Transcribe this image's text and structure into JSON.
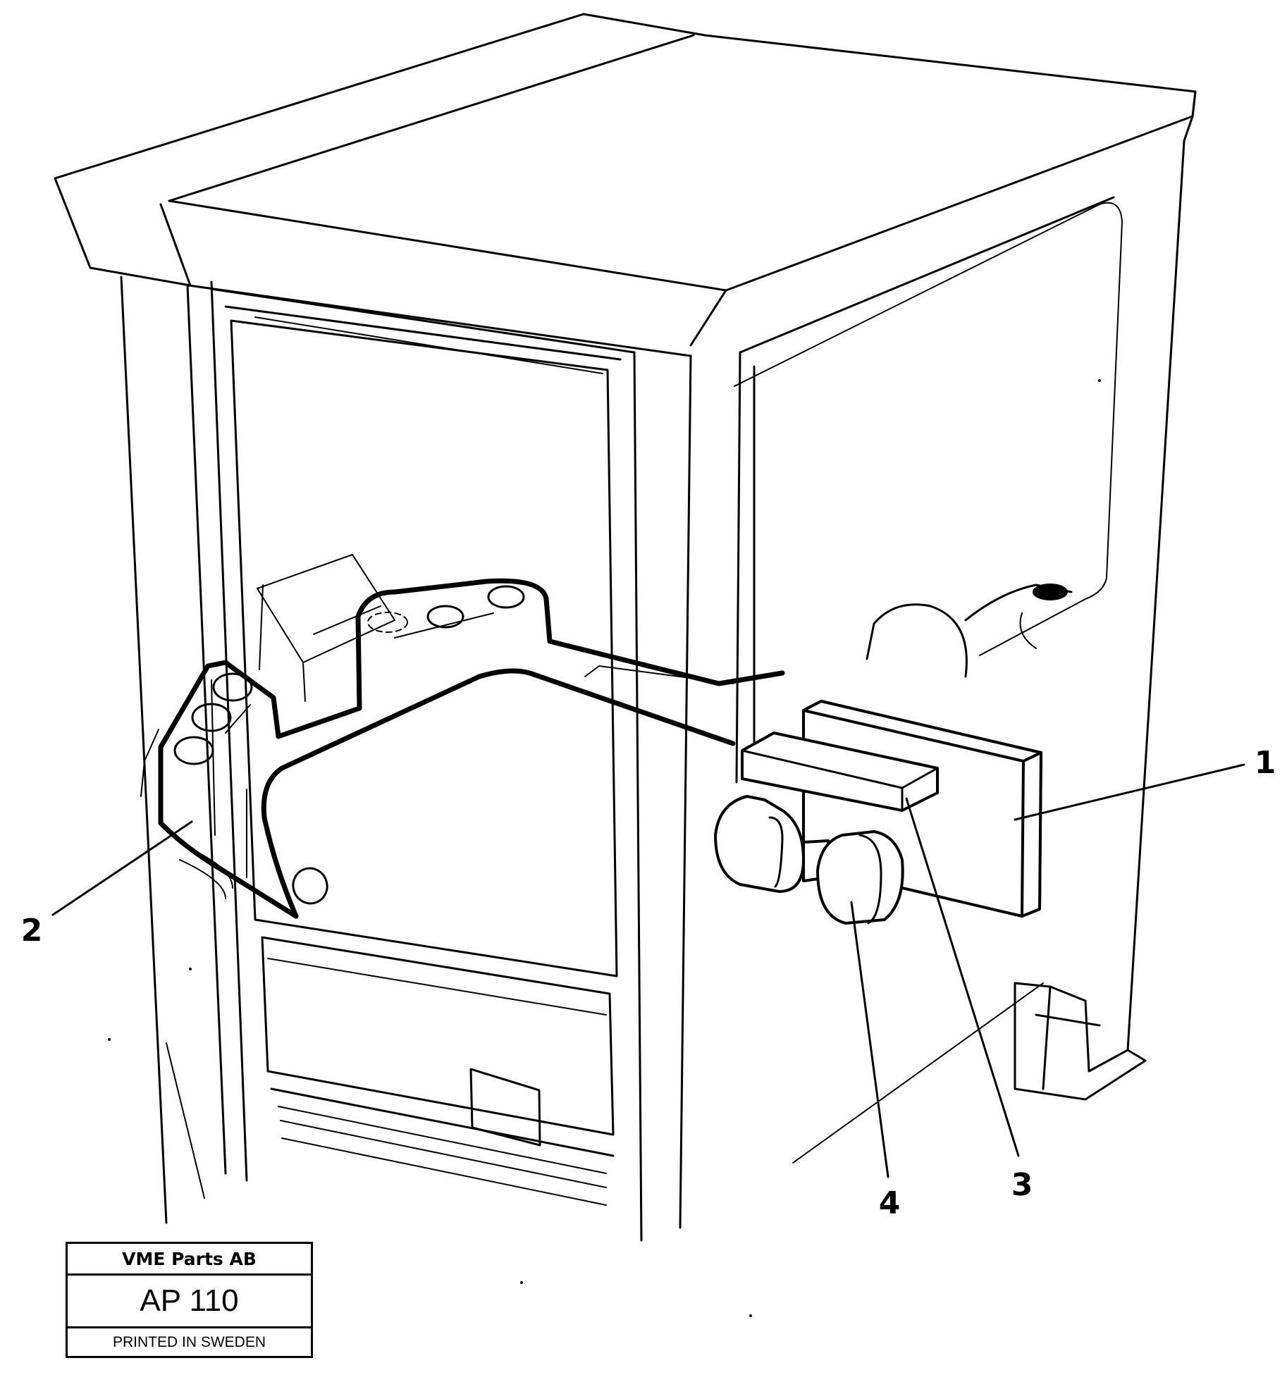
{
  "callouts": [
    {
      "id": "1",
      "label": "1"
    },
    {
      "id": "2",
      "label": "2"
    },
    {
      "id": "3",
      "label": "3"
    },
    {
      "id": "4",
      "label": "4"
    }
  ],
  "stamp": {
    "company": "VME Parts AB",
    "code": "AP 110",
    "printed": "PRINTED IN SWEDEN"
  }
}
